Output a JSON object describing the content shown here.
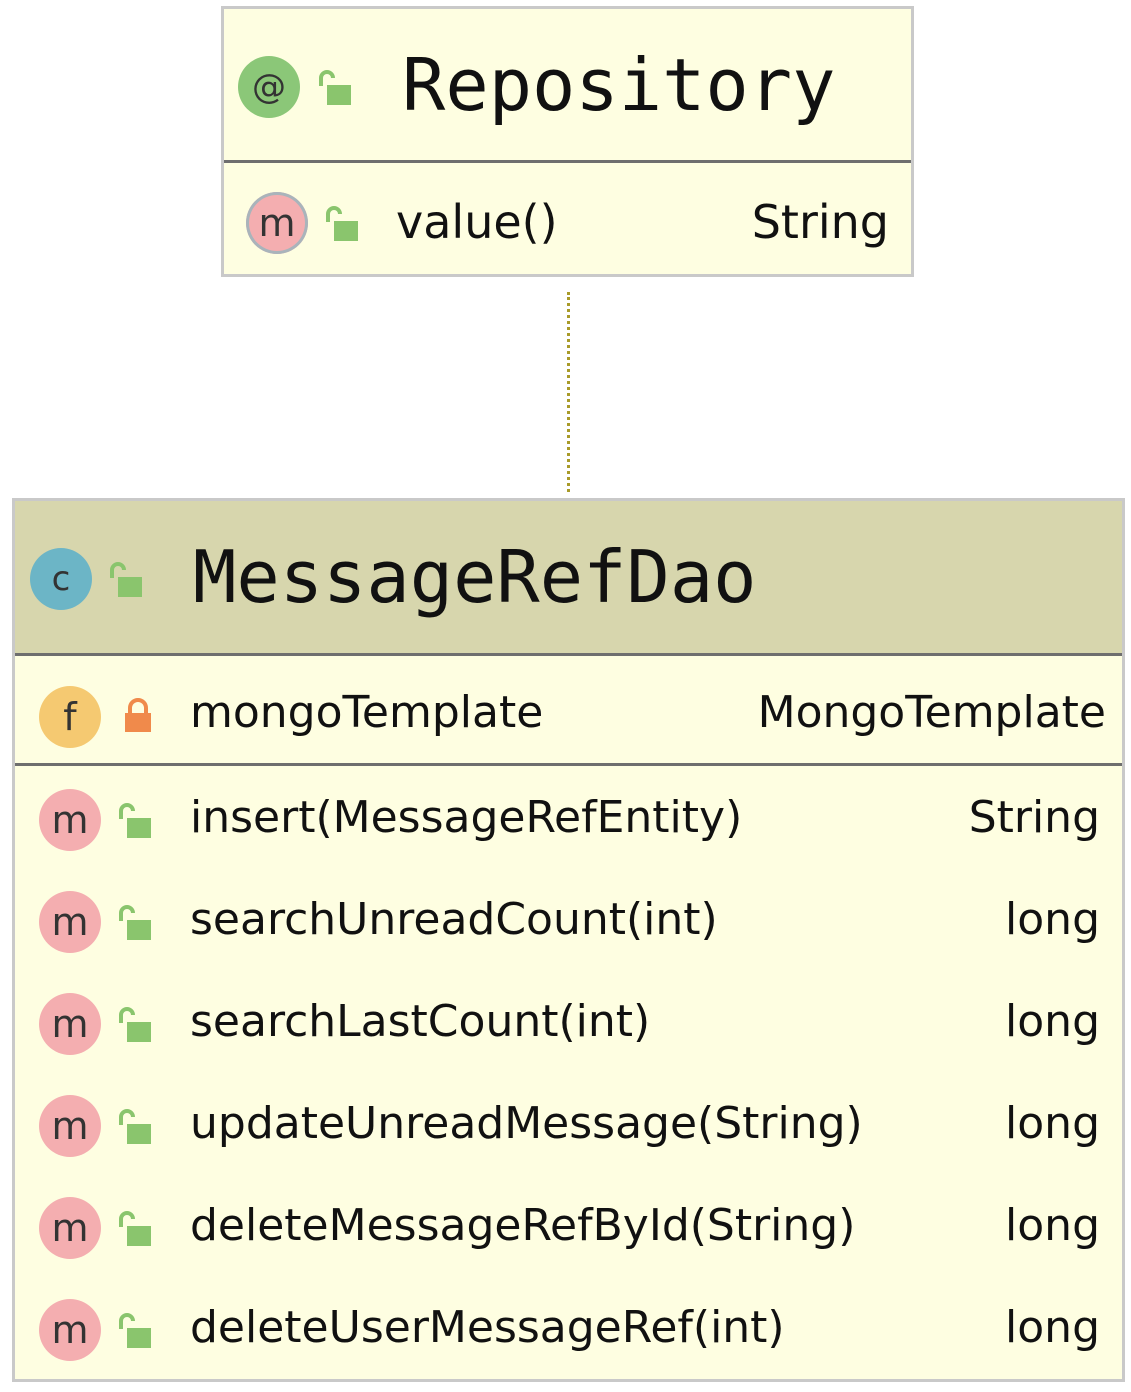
{
  "annotation": {
    "badge": "@",
    "badge_icon": "annotation-icon",
    "visibility_icon": "unlocked-icon",
    "name": "Repository",
    "methods": [
      {
        "badge": "m",
        "icon": "method-icon",
        "visibility": "unlocked-icon",
        "name": "value()",
        "type": "String"
      }
    ]
  },
  "class": {
    "badge": "c",
    "badge_icon": "class-icon",
    "visibility_icon": "unlocked-icon",
    "name": "MessageRefDao",
    "fields": [
      {
        "badge": "f",
        "icon": "field-icon",
        "visibility": "locked-icon",
        "name": "mongoTemplate",
        "type": "MongoTemplate"
      }
    ],
    "methods": [
      {
        "badge": "m",
        "icon": "method-icon",
        "visibility": "unlocked-icon",
        "name": "insert(MessageRefEntity)",
        "type": "String"
      },
      {
        "badge": "m",
        "icon": "method-icon",
        "visibility": "unlocked-icon",
        "name": "searchUnreadCount(int)",
        "type": "long"
      },
      {
        "badge": "m",
        "icon": "method-icon",
        "visibility": "unlocked-icon",
        "name": "searchLastCount(int)",
        "type": "long"
      },
      {
        "badge": "m",
        "icon": "method-icon",
        "visibility": "unlocked-icon",
        "name": "updateUnreadMessage(String)",
        "type": "long"
      },
      {
        "badge": "m",
        "icon": "method-icon",
        "visibility": "unlocked-icon",
        "name": "deleteMessageRefById(String)",
        "type": "long"
      },
      {
        "badge": "m",
        "icon": "method-icon",
        "visibility": "unlocked-icon",
        "name": "deleteUserMessageRef(int)",
        "type": "long"
      }
    ]
  },
  "colors": {
    "box_fill": "#fefee1",
    "box_border": "#c9c9c9",
    "class_header_fill": "#d7d6ad",
    "separator": "#6e6e6e",
    "connector": "#a99b2a",
    "annotation_badge": "#8bc778",
    "class_badge": "#6cb5c6",
    "field_badge": "#f5c971",
    "method_badge": "#f4aeb0",
    "unlocked": "#8ac56d",
    "locked": "#f08a4b"
  }
}
